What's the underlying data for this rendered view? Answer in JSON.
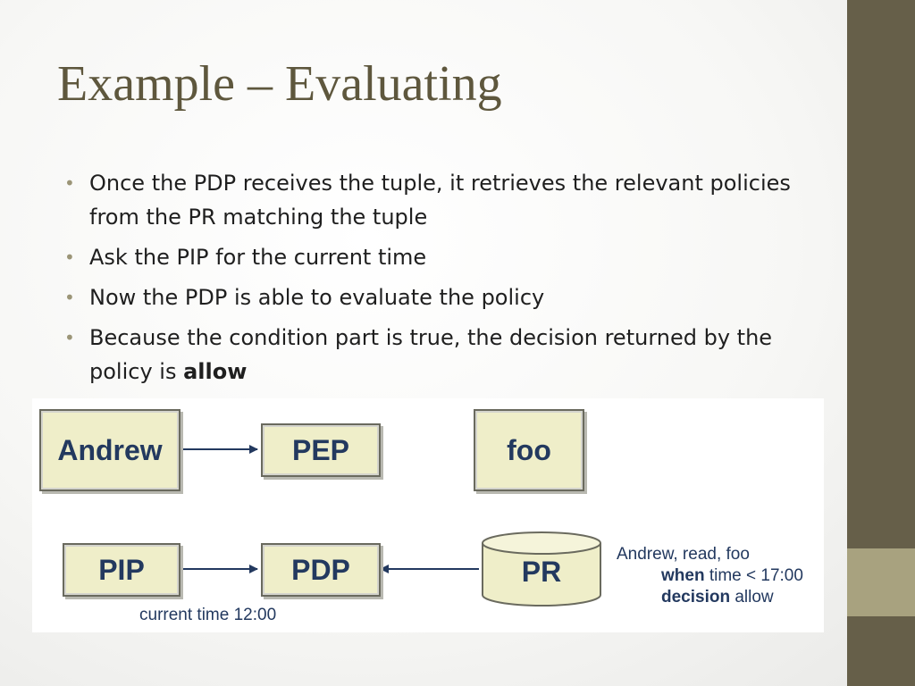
{
  "slide": {
    "title": "Example – Evaluating",
    "bullets": [
      {
        "text": "Once the PDP receives the tuple, it retrieves the relevant policies from the PR matching the tuple"
      },
      {
        "text": "Ask the PIP for the current time"
      },
      {
        "text": "Now the PDP is able to evaluate the policy"
      },
      {
        "text_before": "Because the condition part is true, the decision returned by the policy is ",
        "bold": "allow"
      }
    ]
  },
  "diagram": {
    "boxes": {
      "andrew": "Andrew",
      "pep": "PEP",
      "foo": "foo",
      "pip": "PIP",
      "pdp": "PDP",
      "pr": "PR"
    },
    "pip_note": "current time 12:00",
    "policy": {
      "line1": "Andrew, read, foo",
      "when_keyword": "when",
      "when_value": "time < 17:00",
      "decision_keyword": "decision",
      "decision_value": "allow"
    },
    "colors": {
      "box_fill": "#efeec9",
      "box_text": "#23395f",
      "title": "#5e573d",
      "side_bar": "#665f49",
      "side_accent": "#a8a27f"
    }
  }
}
